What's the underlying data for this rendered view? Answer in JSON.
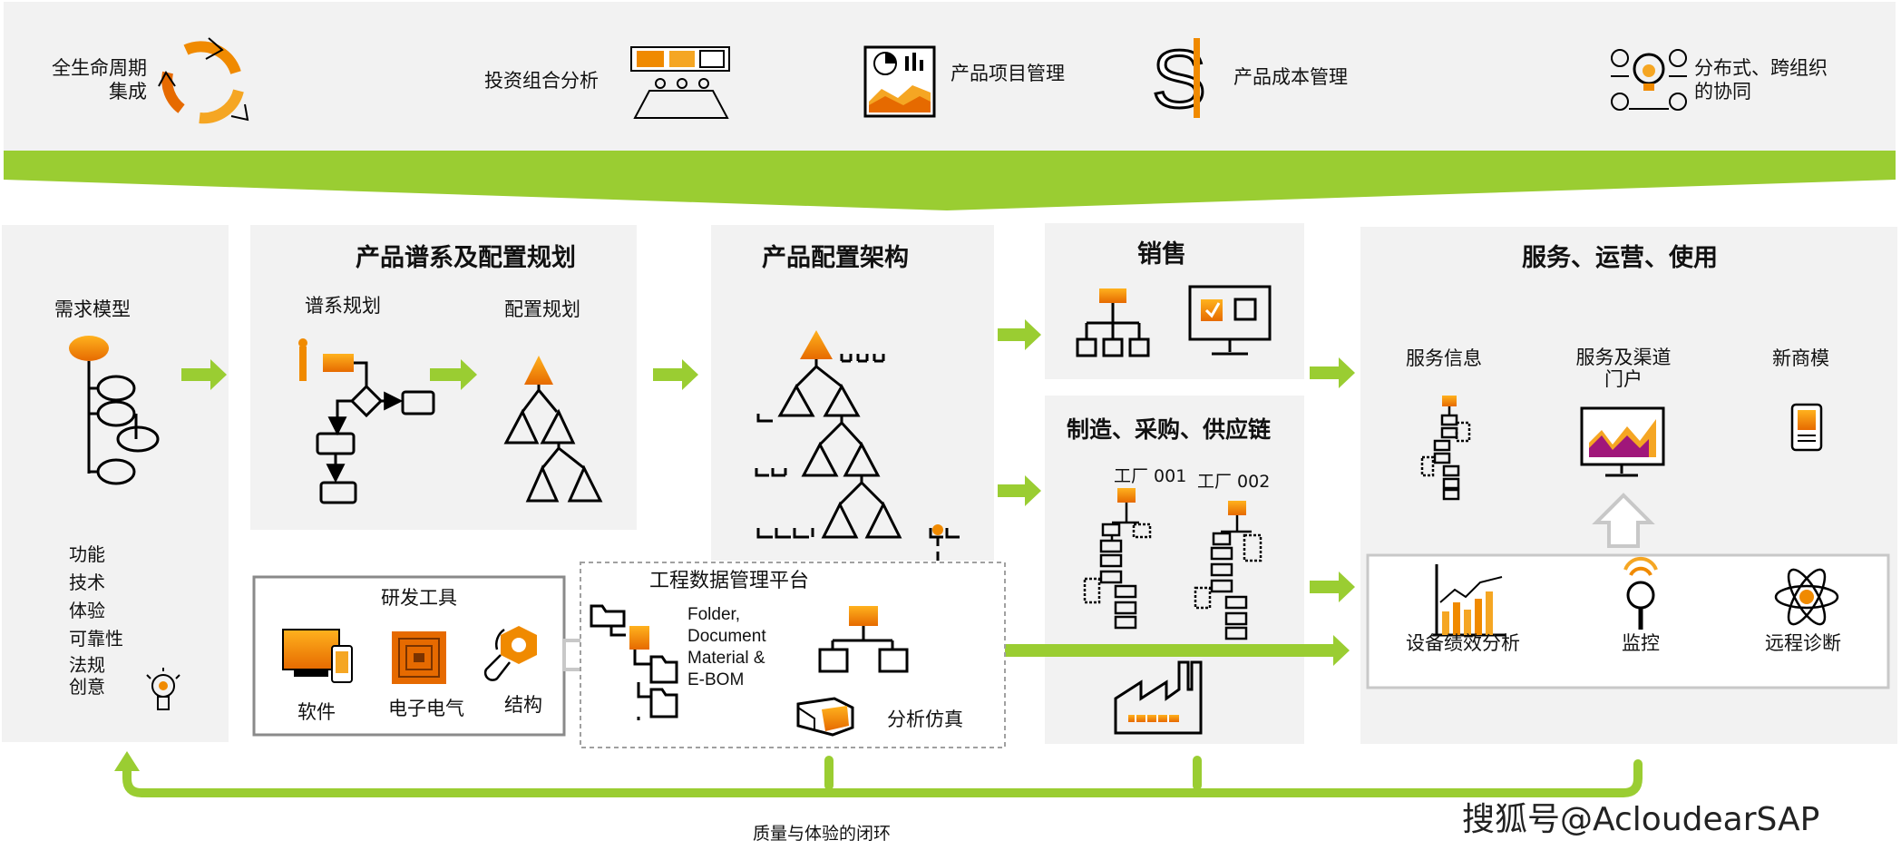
{
  "top_bar": {
    "items": [
      {
        "label_line1": "全生命周期",
        "label_line2": "集成",
        "icon": "recycle-arrows-icon"
      },
      {
        "label": "投资组合分析",
        "icon": "meeting-presentation-icon"
      },
      {
        "label": "产品项目管理",
        "icon": "dashboard-chart-icon"
      },
      {
        "label": "产品成本管理",
        "icon": "dollar-sign-icon"
      },
      {
        "label_line1": "分布式、跨组织",
        "label_line2": "的协同",
        "icon": "collaboration-people-icon"
      }
    ]
  },
  "requirements": {
    "title": "需求模型",
    "list": [
      "功能",
      "技术",
      "体验",
      "可靠性",
      "法规",
      "创意"
    ]
  },
  "planning": {
    "title": "产品谱系及配置规划",
    "lineage_label": "谱系规划",
    "config_label": "配置规划"
  },
  "architecture": {
    "title": "产品配置架构"
  },
  "sales": {
    "title": "销售"
  },
  "manufacturing": {
    "title": "制造、采购、供应链",
    "plant1": "工厂 001",
    "plant2": "工厂 002"
  },
  "service": {
    "title": "服务、运营、使用",
    "info": "服务信息",
    "portal_line1": "服务及渠道",
    "portal_line2": "门户",
    "business": "新商模",
    "perf": "设备绩效分析",
    "monitor": "监控",
    "diag": "远程诊断"
  },
  "rd_tools": {
    "title": "研发工具",
    "software": "软件",
    "electrical": "电子电气",
    "structure": "结构"
  },
  "edm": {
    "title": "工程数据管理平台",
    "items": [
      "Folder,",
      "Document",
      "Material &",
      "E-BOM"
    ],
    "simulation": "分析仿真"
  },
  "footer": {
    "loop_label": "质量与体验的闭环",
    "watermark": "搜狐号@AcloudearSAP"
  },
  "colors": {
    "green": "#9acd32",
    "orange": "#f08a00",
    "panel": "#f2f2f2"
  }
}
